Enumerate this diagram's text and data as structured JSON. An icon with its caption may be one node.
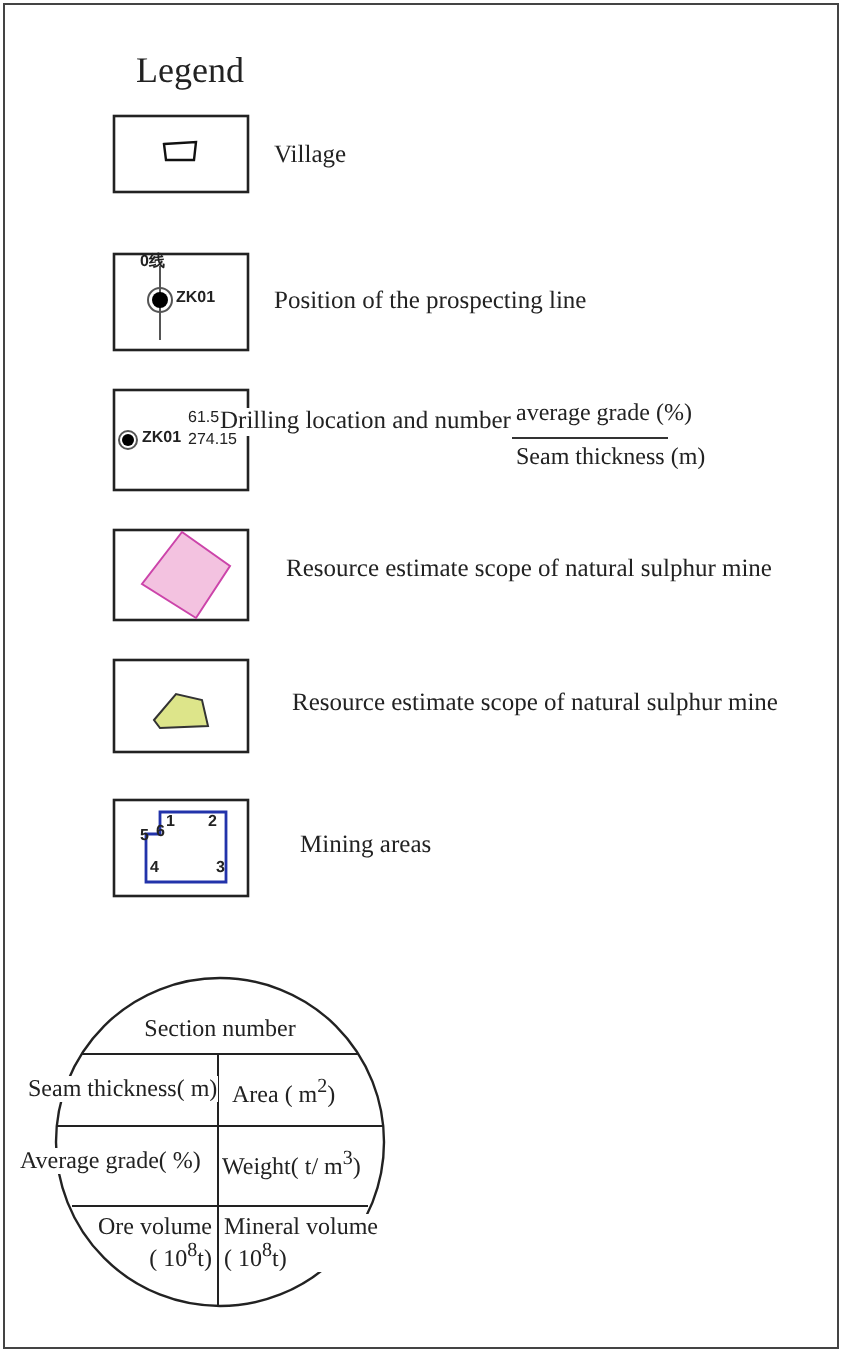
{
  "diagram": {
    "title": "Legend",
    "labels": [
      "0线",
      "ZK01",
      "ZK01",
      "61.5",
      "274.15",
      "average grade (%)",
      "Seam thickness (m)",
      "1",
      "2",
      "5",
      "6",
      "4",
      "3",
      "Section number",
      "Seam thickness( m)",
      "Area ( m$^{2}$)",
      "Average grade( %)",
      "Weight( t/ m$^{3}$)",
      "Ore volume ( 10$^{8}$t)",
      "Mineral volume ( 10$^{8}$t)"
    ],
    "legend": [
      {
        "text": "Village"
      },
      {
        "text": "Position of the prospecting line"
      },
      {
        "text": "Drilling location and number"
      },
      {
        "text": "Resource estimate scope of natural sulphur mine"
      },
      {
        "text": "Resource estimate scope of natural sulphur mine"
      },
      {
        "text": "Mining areas"
      }
    ]
  }
}
